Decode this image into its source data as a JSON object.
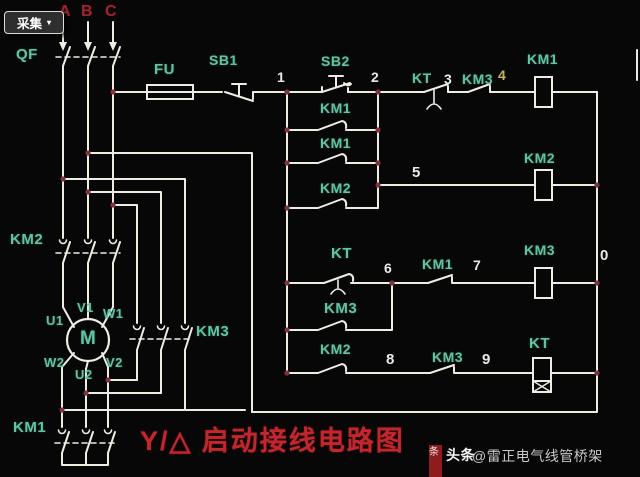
{
  "collect_button": {
    "label": "采集",
    "dropdown_icon": "▾"
  },
  "phases": {
    "a": "A",
    "b": "B",
    "c": "C"
  },
  "labels": {
    "qf": "QF",
    "fu": "FU",
    "sb1": "SB1",
    "sb2": "SB2",
    "kt_row1": "KT",
    "km3_row1": "KM3",
    "km1_coil": "KM1",
    "km1_hold": "KM1",
    "km1_row3": "KM1",
    "km2_row4": "KM2",
    "km2_coil": "KM2",
    "kt_row5": "KT",
    "km1_nc": "KM1",
    "km3_coil": "KM3",
    "km3_row6": "KM3",
    "km2_row7": "KM2",
    "km3_nc": "KM3",
    "kt_coil": "KT",
    "km2_main": "KM2",
    "km3_delta": "KM3",
    "km1_star": "KM1",
    "motor": "M"
  },
  "terminals": {
    "u1": "U1",
    "v1": "V1",
    "w1": "W1",
    "w2": "W2",
    "u2": "U2",
    "v2": "V2"
  },
  "numbers": {
    "n0": "0",
    "n1": "1",
    "n2": "2",
    "n3": "3",
    "n4": "4",
    "n5": "5",
    "n6": "6",
    "n7": "7",
    "n8": "8",
    "n9": "9"
  },
  "title": "Y/△ 启动接线电路图",
  "watermark": {
    "badge": "条",
    "brand": "头条",
    "handle": "@雷正电气线管桥架"
  },
  "colors": {
    "background": "#070707",
    "wire": "#efece4",
    "label_green": "#62c3a0",
    "number_white": "#e9e9e9",
    "number_yellow": "#c9b45a",
    "phase_red": "#9c2430",
    "title_red": "#c1272d",
    "junction_dot": "#7b343c",
    "badge_red": "#8e1c1c"
  }
}
